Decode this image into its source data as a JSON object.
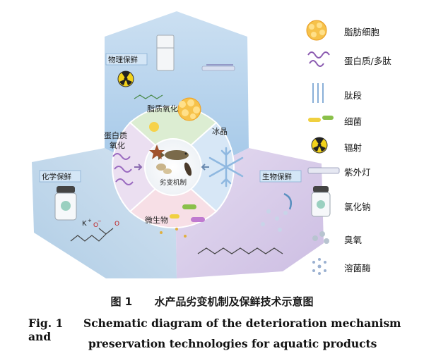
{
  "diagram": {
    "center_label": "劣变机制",
    "mechanisms": [
      "脂质氧化",
      "冰晶",
      "蛋白质",
      "氧化",
      "微生物"
    ],
    "regions": {
      "physical": "物理保鲜",
      "chemical": "化学保鲜",
      "biological": "生物保鲜"
    },
    "formula_ion": "K",
    "formula_charge": "+",
    "formula_o": "O",
    "formula_o_minus": "O",
    "formula_o_charge": "−"
  },
  "legend": [
    {
      "icon": "fat-cell-icon",
      "label": "脂肪细胞"
    },
    {
      "icon": "protein-peptide-icon",
      "label": "蛋白质/多肽"
    },
    {
      "icon": "peptide-segment-icon",
      "label": "肽段"
    },
    {
      "icon": "bacteria-icon",
      "label": "细菌"
    },
    {
      "icon": "radiation-icon",
      "label": "辐射"
    },
    {
      "icon": "uv-lamp-icon",
      "label": "紫外灯"
    },
    {
      "icon": "sodium-chloride-icon",
      "label": "氯化钠"
    },
    {
      "icon": "ozone-icon",
      "label": "臭氧"
    },
    {
      "icon": "lysozyme-icon",
      "label": "溶菌酶"
    }
  ],
  "caption": {
    "zh_number": "图 1",
    "zh_title": "水产品劣变机制及保鲜技术示意图",
    "en_number": "Fig. 1",
    "en_line1": "Schematic diagram of the deterioration mechanism and",
    "en_line2": "preservation technologies for aquatic products"
  },
  "colors": {
    "physical": "#a9cbe8",
    "chemical": "#bcd6ea",
    "biological": "#d4c7e6",
    "lipid_petal": "#d9ecd0",
    "ice_petal": "#d6e6f5",
    "protein_petal": "#e9dcef",
    "micro_petal": "#f6dde4",
    "label_box": "#cfe1f2"
  }
}
